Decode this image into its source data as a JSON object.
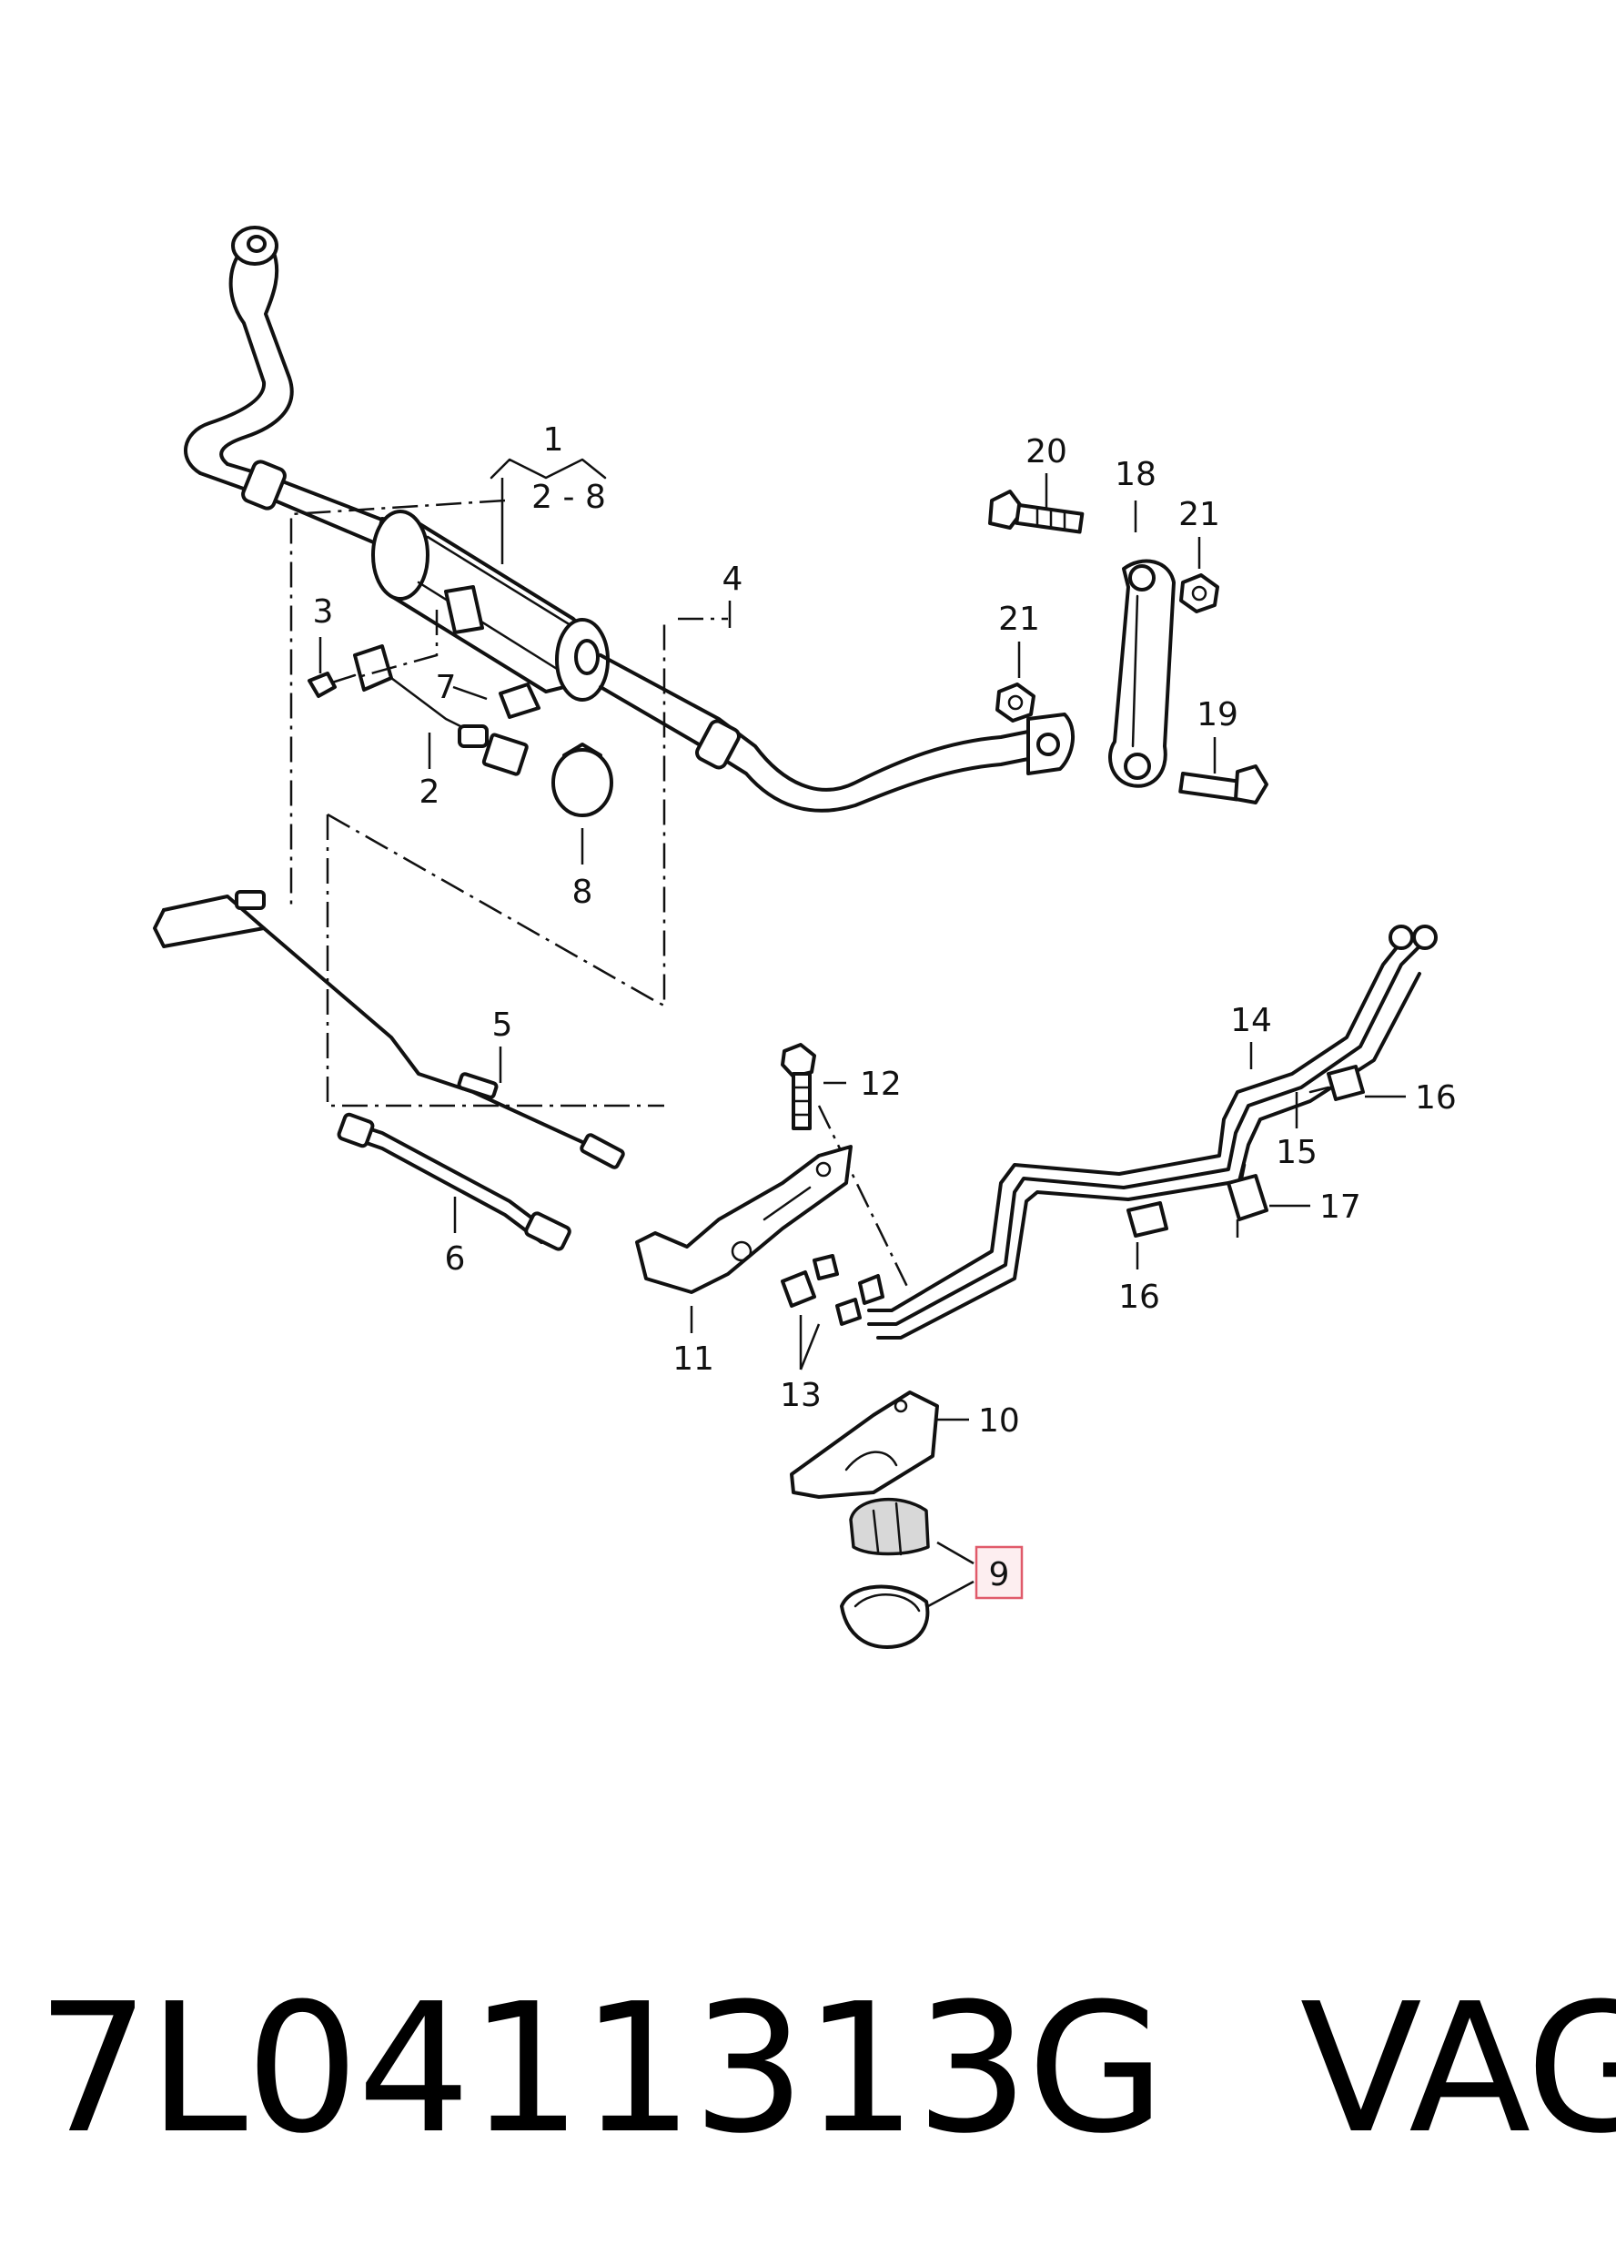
{
  "diagram": {
    "callouts": {
      "group_main": "1",
      "group_range": "2 - 8",
      "n2": "2",
      "n3": "3",
      "n4": "4",
      "n5": "5",
      "n6": "6",
      "n7": "7",
      "n8": "8",
      "n9": "9",
      "n10": "10",
      "n11": "11",
      "n12": "12",
      "n13": "13",
      "n14": "14",
      "n15": "15",
      "n16a": "16",
      "n16b": "16",
      "n17": "17",
      "n18": "18",
      "n19": "19",
      "n20": "20",
      "n21a": "21",
      "n21b": "21"
    },
    "highlight_color": "#e05a6a",
    "highlighted_callout": "9"
  },
  "caption": {
    "part_number": "7L0411313G",
    "brand": "VAG"
  }
}
